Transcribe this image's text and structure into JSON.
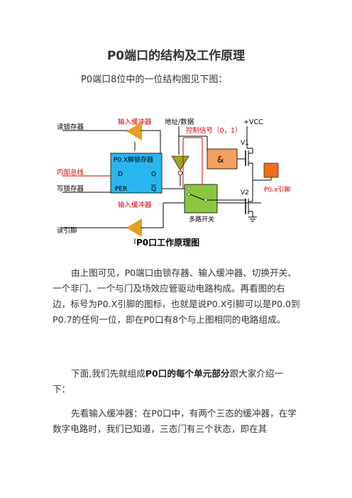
{
  "title": "P0端口的结构及工作原理",
  "intro": "P0端口8位中的一位结构图见下图：",
  "figure": {
    "labels": {
      "read_latch": "读锁存器",
      "input_buffer_top": "输入缓冲器",
      "addr_data": "地址/数据",
      "vcc": "+VCC",
      "ctrl_signal": "控制信号（0，1）",
      "latch_title": "P0.X脚锁存器",
      "internal_bus": "内部总线",
      "write_latch": "写锁存器",
      "input_buffer_bottom": "输入缓冲器",
      "read_pin": "读引脚",
      "pin_label": "P0.x引脚",
      "mux": "多路开关",
      "and_gate": "&",
      "v1": "V1",
      "v2": "V2",
      "d": "D",
      "q": "Q",
      "per": "PER",
      "qbar": "Q",
      "caption": "P0口工作原理图"
    },
    "colors": {
      "blue_latch": "#29b6ee",
      "orange": "#f4a060",
      "green": "#8cc63e",
      "olive": "#9aa620",
      "pin": "#f26a1b",
      "red_line": "#d00000",
      "label_red": "#cc0000"
    }
  },
  "paragraph1": "由上图可见，P0端口由锁存器、输入缓冲器、切换开关、一个非门、一个与门及场效应管驱动电路构成。再看图的右边，标号为P0.X引脚的图标，也就是说P0.X引脚可以是P0.0到P0.7的任何一位，即在P0口有8个与上图相同的电路组成。",
  "paragraph2_pre": "下面,我们先就组成",
  "paragraph2_bold": "P0口的每个单元部分",
  "paragraph2_post": "跟大家介绍一下：",
  "paragraph3": "先看输入缓冲器：在P0口中，有两个三态的缓冲器，在学数字电路时，我们已知道，三态门有三个状态，即在其"
}
